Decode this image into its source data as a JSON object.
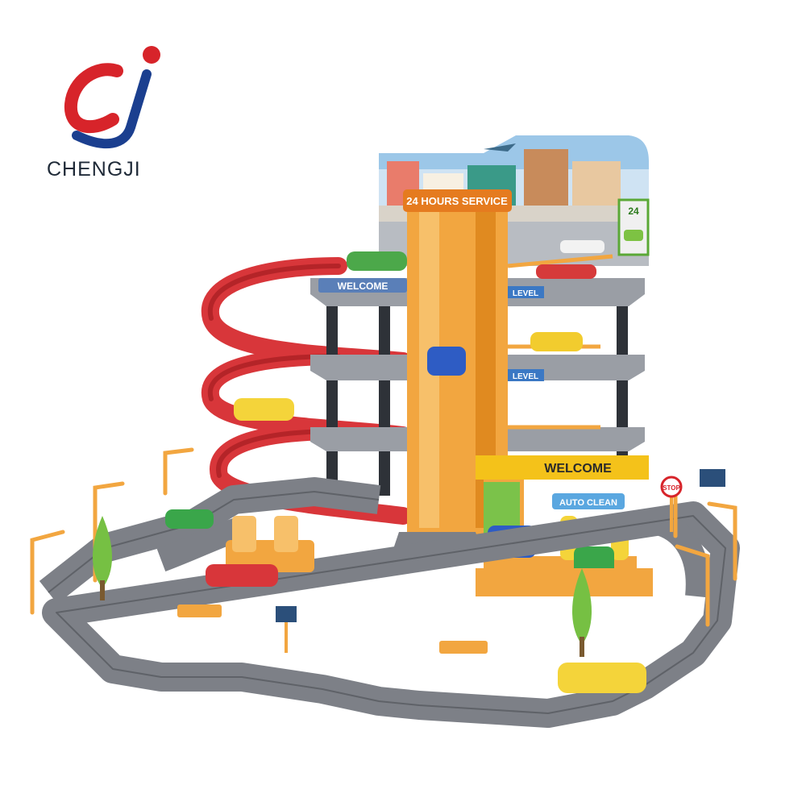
{
  "brand": {
    "name": "CHENGJI",
    "logo_text": "cj"
  },
  "signs": {
    "service": "24 HOURS SERVICE",
    "welcome_top": "WELCOME",
    "level_top": "LEVEL",
    "level_mid": "LEVEL",
    "welcome_wash": "WELCOME",
    "auto_clean": "AUTO CLEAN",
    "stop": "STOP",
    "hours_badge": "24"
  },
  "colors": {
    "logo_red": "#d7242a",
    "logo_blue": "#1b3f8f",
    "track_gray": "#7d8087",
    "ramp_red": "#d8363a",
    "pillar_orange": "#f2a640",
    "wash_yellow": "#f4c21a"
  }
}
